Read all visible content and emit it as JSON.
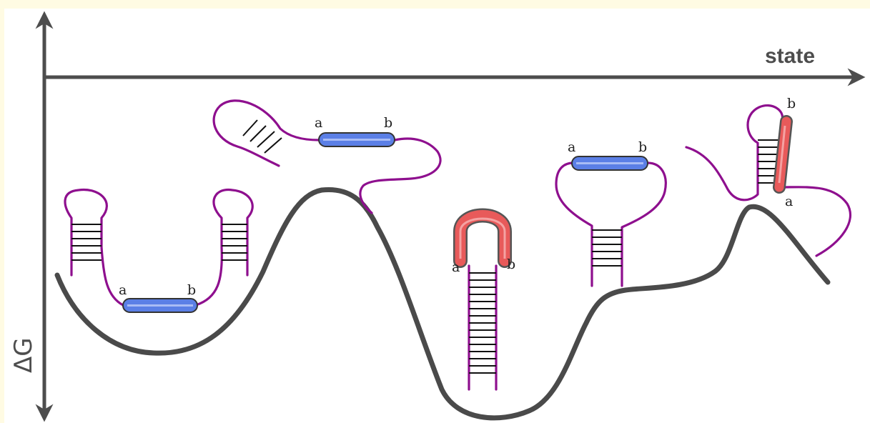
{
  "axes": {
    "x_label": "state",
    "y_label": "ΔG"
  },
  "colors": {
    "background": "#fffbe3",
    "strand": "#8e0f8e",
    "unbound_site": "#5b7fe6",
    "bound_site": "#e85a5a",
    "landscape": "#4a4a4a",
    "axis": "#4d4d4d"
  },
  "states": [
    {
      "site_labels": [
        "a",
        "b"
      ]
    },
    {
      "site_labels": [
        "a",
        "b"
      ]
    },
    {
      "site_labels": [
        "a",
        "b"
      ]
    },
    {
      "site_labels": [
        "a",
        "b"
      ]
    },
    {
      "site_labels": [
        "b",
        "a"
      ]
    }
  ]
}
